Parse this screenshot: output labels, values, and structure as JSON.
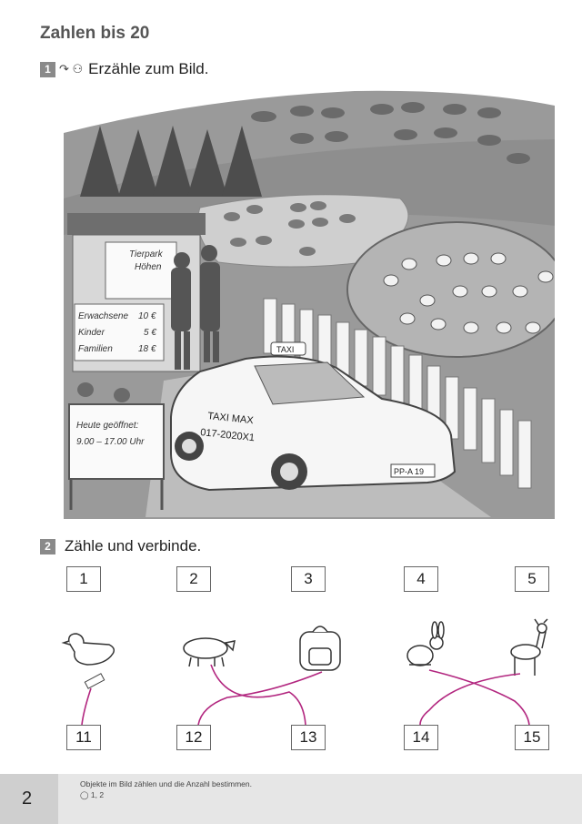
{
  "header": {
    "title": "Zahlen bis 20"
  },
  "task1": {
    "number": "1",
    "icons": "↷ ⚇",
    "instruction": "Erzähle zum Bild."
  },
  "scene": {
    "sign_park_line1": "Tierpark",
    "sign_park_line2": "Höhen",
    "prices": [
      {
        "label": "Erwachsene",
        "value": "10 €"
      },
      {
        "label": "Kinder",
        "value": "5 €"
      },
      {
        "label": "Familien",
        "value": "18 €"
      }
    ],
    "open_line1": "Heute geöffnet:",
    "open_line2": "9.00 – 17.00 Uhr",
    "taxi_roof": "TAXI",
    "taxi_door_line1": "TAXI MAX",
    "taxi_door_line2": "017-2020X1",
    "plate": "PP-A 19"
  },
  "task2": {
    "number": "2",
    "instruction": "Zähle und verbinde."
  },
  "top_numbers": [
    "1",
    "2",
    "3",
    "4",
    "5"
  ],
  "bottom_numbers": [
    "11",
    "12",
    "13",
    "14",
    "15"
  ],
  "animals": [
    {
      "name": "duck"
    },
    {
      "name": "pig"
    },
    {
      "name": "backpack"
    },
    {
      "name": "rabbit"
    },
    {
      "name": "deer"
    }
  ],
  "colors": {
    "line": "#b2267f",
    "footer": "#e6e6e6",
    "tab": "#cfcfcf"
  },
  "footer": {
    "page": "2",
    "text_line1": "Objekte im Bild zählen und die Anzahl bestimmen.",
    "text_line2": "◯ 1, 2"
  }
}
